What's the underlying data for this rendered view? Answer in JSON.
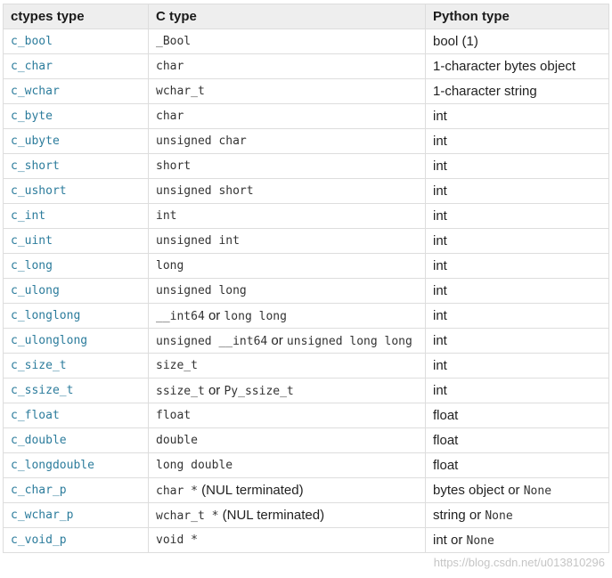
{
  "table": {
    "headers": [
      "ctypes type",
      "C type",
      "Python type"
    ],
    "rows": [
      {
        "ctype": "c_bool",
        "c": [
          {
            "t": "_Bool",
            "m": true
          }
        ],
        "py": [
          {
            "t": "bool (1)",
            "m": false
          }
        ]
      },
      {
        "ctype": "c_char",
        "c": [
          {
            "t": "char",
            "m": true
          }
        ],
        "py": [
          {
            "t": "1-character bytes object",
            "m": false
          }
        ]
      },
      {
        "ctype": "c_wchar",
        "c": [
          {
            "t": "wchar_t",
            "m": true
          }
        ],
        "py": [
          {
            "t": "1-character string",
            "m": false
          }
        ]
      },
      {
        "ctype": "c_byte",
        "c": [
          {
            "t": "char",
            "m": true
          }
        ],
        "py": [
          {
            "t": "int",
            "m": false
          }
        ]
      },
      {
        "ctype": "c_ubyte",
        "c": [
          {
            "t": "unsigned char",
            "m": true
          }
        ],
        "py": [
          {
            "t": "int",
            "m": false
          }
        ]
      },
      {
        "ctype": "c_short",
        "c": [
          {
            "t": "short",
            "m": true
          }
        ],
        "py": [
          {
            "t": "int",
            "m": false
          }
        ]
      },
      {
        "ctype": "c_ushort",
        "c": [
          {
            "t": "unsigned short",
            "m": true
          }
        ],
        "py": [
          {
            "t": "int",
            "m": false
          }
        ]
      },
      {
        "ctype": "c_int",
        "c": [
          {
            "t": "int",
            "m": true
          }
        ],
        "py": [
          {
            "t": "int",
            "m": false
          }
        ]
      },
      {
        "ctype": "c_uint",
        "c": [
          {
            "t": "unsigned int",
            "m": true
          }
        ],
        "py": [
          {
            "t": "int",
            "m": false
          }
        ]
      },
      {
        "ctype": "c_long",
        "c": [
          {
            "t": "long",
            "m": true
          }
        ],
        "py": [
          {
            "t": "int",
            "m": false
          }
        ]
      },
      {
        "ctype": "c_ulong",
        "c": [
          {
            "t": "unsigned long",
            "m": true
          }
        ],
        "py": [
          {
            "t": "int",
            "m": false
          }
        ]
      },
      {
        "ctype": "c_longlong",
        "c": [
          {
            "t": "__int64",
            "m": true
          },
          {
            "t": " or ",
            "m": false
          },
          {
            "t": "long long",
            "m": true
          }
        ],
        "py": [
          {
            "t": "int",
            "m": false
          }
        ]
      },
      {
        "ctype": "c_ulonglong",
        "c": [
          {
            "t": "unsigned __int64",
            "m": true
          },
          {
            "t": " or ",
            "m": false
          },
          {
            "t": "unsigned long long",
            "m": true
          }
        ],
        "py": [
          {
            "t": "int",
            "m": false
          }
        ]
      },
      {
        "ctype": "c_size_t",
        "c": [
          {
            "t": "size_t",
            "m": true
          }
        ],
        "py": [
          {
            "t": "int",
            "m": false
          }
        ]
      },
      {
        "ctype": "c_ssize_t",
        "c": [
          {
            "t": "ssize_t",
            "m": true
          },
          {
            "t": " or ",
            "m": false
          },
          {
            "t": "Py_ssize_t",
            "m": true
          }
        ],
        "py": [
          {
            "t": "int",
            "m": false
          }
        ]
      },
      {
        "ctype": "c_float",
        "c": [
          {
            "t": "float",
            "m": true
          }
        ],
        "py": [
          {
            "t": "float",
            "m": false
          }
        ]
      },
      {
        "ctype": "c_double",
        "c": [
          {
            "t": "double",
            "m": true
          }
        ],
        "py": [
          {
            "t": "float",
            "m": false
          }
        ]
      },
      {
        "ctype": "c_longdouble",
        "c": [
          {
            "t": "long double",
            "m": true
          }
        ],
        "py": [
          {
            "t": "float",
            "m": false
          }
        ]
      },
      {
        "ctype": "c_char_p",
        "c": [
          {
            "t": "char *",
            "m": true
          },
          {
            "t": " (NUL terminated)",
            "m": false
          }
        ],
        "py": [
          {
            "t": "bytes object or ",
            "m": false
          },
          {
            "t": "None",
            "m": true
          }
        ]
      },
      {
        "ctype": "c_wchar_p",
        "c": [
          {
            "t": "wchar_t *",
            "m": true
          },
          {
            "t": " (NUL terminated)",
            "m": false
          }
        ],
        "py": [
          {
            "t": "string or ",
            "m": false
          },
          {
            "t": "None",
            "m": true
          }
        ]
      },
      {
        "ctype": "c_void_p",
        "c": [
          {
            "t": "void *",
            "m": true
          }
        ],
        "py": [
          {
            "t": "int or ",
            "m": false
          },
          {
            "t": "None",
            "m": true
          }
        ]
      }
    ]
  },
  "watermark": "https://blog.csdn.net/u013810296",
  "colors": {
    "link": "#2c7c9c",
    "header_bg": "#eeeeee",
    "border": "#dddddd"
  }
}
